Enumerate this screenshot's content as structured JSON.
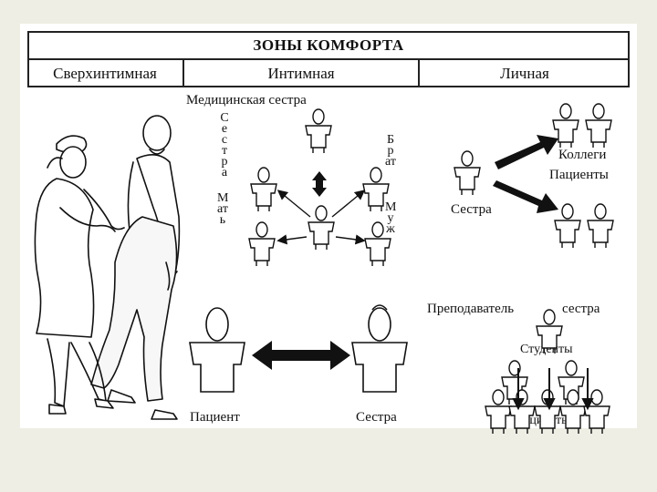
{
  "header": {
    "title": "ЗОНЫ КОМФОРТА",
    "zones": [
      "Сверхинтимная",
      "Интимная",
      "Личная"
    ]
  },
  "intimate": {
    "top_label": "Медицинская сестра",
    "sister": "Сестра",
    "mother": "Мать",
    "brother": "Брат",
    "husband": "Муж"
  },
  "personal": {
    "nurse": "Сестра",
    "colleagues": "Коллеги",
    "patients": "Пациенты"
  },
  "bottom_left": {
    "patient": "Пациент",
    "nurse": "Сестра"
  },
  "bottom_right": {
    "teacher": "Преподаватель",
    "teacher_suffix": "сестра",
    "students": "Студенты",
    "patients": "Пациенты"
  },
  "colors": {
    "ink": "#111111",
    "background": "#eeeee4",
    "paper": "#ffffff"
  }
}
